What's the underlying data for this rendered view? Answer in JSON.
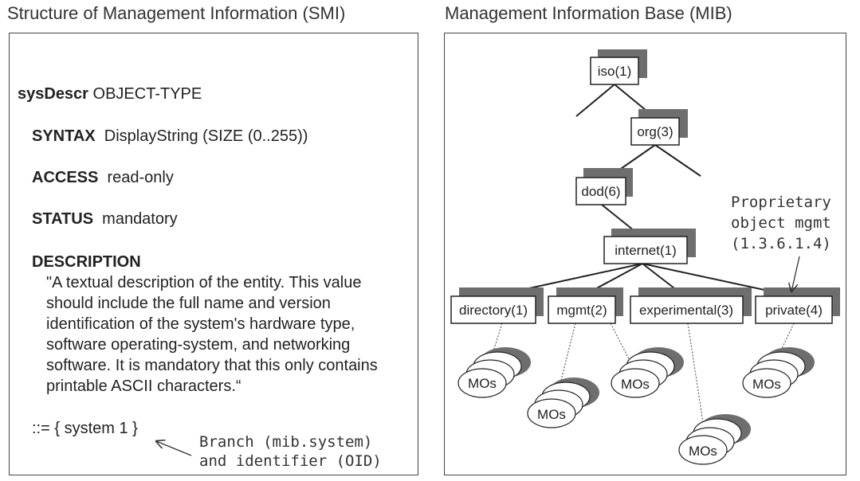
{
  "titles": {
    "smi": "Structure of Management Information (SMI)",
    "mib": "Management Information Base (MIB)"
  },
  "smi": {
    "object_name": "sysDescr",
    "object_type": "OBJECT-TYPE",
    "syntax_kw": "SYNTAX",
    "syntax_val": "DisplayString (SIZE (0..255))",
    "access_kw": "ACCESS",
    "access_val": "read-only",
    "status_kw": "STATUS",
    "status_val": "mandatory",
    "description_kw": "DESCRIPTION",
    "description_lines": [
      "\"A textual description of the entity.  This value",
      "should include the full name and version",
      "identification of the system's hardware type,",
      "software operating-system, and networking",
      "software.  It is mandatory that this only contains",
      "printable ASCII characters.“"
    ],
    "assignment": "::= { system 1 }",
    "branch_note": [
      "Branch (mib.system)",
      "and identifier (OID)"
    ]
  },
  "mib": {
    "nodes": {
      "iso": "iso(1)",
      "org": "org(3)",
      "dod": "dod(6)",
      "internet": "internet(1)",
      "directory": "directory(1)",
      "mgmt": "mgmt(2)",
      "experimental": "experimental(3)",
      "private": "private(4)"
    },
    "mo_label": "MOs",
    "private_note": [
      "Proprietary",
      "object mgmt",
      "(1.3.6.1.4)"
    ]
  }
}
